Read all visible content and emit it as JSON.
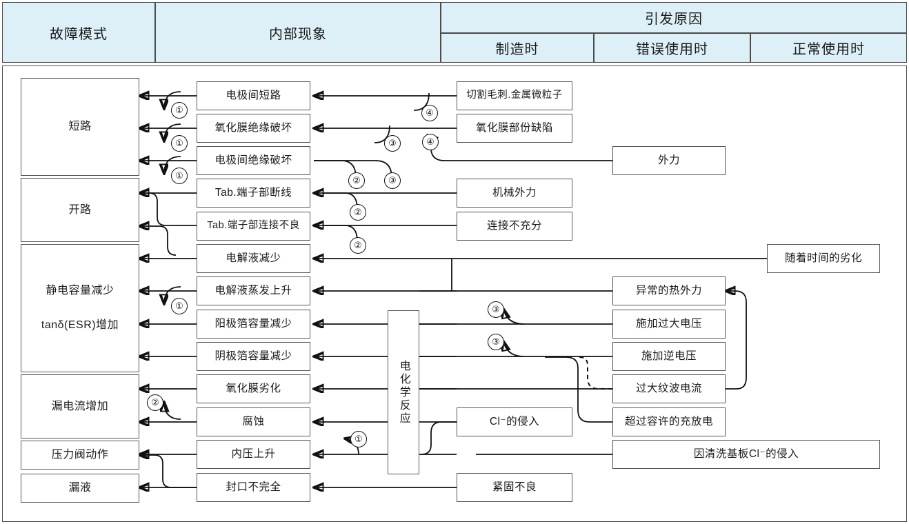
{
  "header": {
    "col_failure_mode": "故障模式",
    "col_internal_phenomena": "内部现象",
    "col_causes": "引发原因",
    "sub_manufacturing": "制造时",
    "sub_misuse": "错误使用时",
    "sub_normal_use": "正常使用时"
  },
  "failure_modes": [
    {
      "label": "短路"
    },
    {
      "label": "开路"
    },
    {
      "label": "静电容量减少",
      "label2": "tanδ(ESR)增加"
    },
    {
      "label": "漏电流增加"
    },
    {
      "label": "压力阀动作"
    },
    {
      "label": "漏液"
    }
  ],
  "internal_phenomena": [
    {
      "label": "电极间短路"
    },
    {
      "label": "氧化膜绝缘破坏"
    },
    {
      "label": "电极间绝缘破坏"
    },
    {
      "label": "Tab.端子部断线"
    },
    {
      "label": "Tab.端子部连接不良"
    },
    {
      "label": "电解液减少"
    },
    {
      "label": "电解液蒸发上升"
    },
    {
      "label": "阳极箔容量减少"
    },
    {
      "label": "阴极箔容量减少"
    },
    {
      "label": "氧化膜劣化"
    },
    {
      "label": "腐蚀"
    },
    {
      "label": "内压上升"
    },
    {
      "label": "封口不完全"
    }
  ],
  "reaction_node": {
    "label": "电化学反应"
  },
  "causes_manufacturing": [
    {
      "label": "切割毛刺.金属微粒子"
    },
    {
      "label": "氧化膜部份缺陷"
    },
    {
      "label": "机械外力"
    },
    {
      "label": "连接不充分"
    },
    {
      "label": "Cl⁻的侵入"
    },
    {
      "label": "紧固不良"
    }
  ],
  "causes_misuse": [
    {
      "label": "外力"
    },
    {
      "label": "异常的热外力"
    },
    {
      "label": "施加过大电压"
    },
    {
      "label": "施加逆电压"
    },
    {
      "label": "过大纹波电流"
    },
    {
      "label": "超过容许的充放电"
    },
    {
      "label": "因清洗基板Cl⁻的侵入"
    }
  ],
  "causes_normal_use": [
    {
      "label": "随着时间的劣化"
    }
  ],
  "markers": [
    {
      "num": "①"
    },
    {
      "num": "②"
    },
    {
      "num": "③"
    },
    {
      "num": "④"
    }
  ],
  "marker_labels": {
    "m1": "①",
    "m2": "②",
    "m3": "③",
    "m4": "④"
  },
  "colors": {
    "header_bg": "#ddf0f8",
    "border": "#4a4a4a",
    "node_border": "#555555",
    "line": "#111111",
    "text": "#1a1a1a"
  }
}
